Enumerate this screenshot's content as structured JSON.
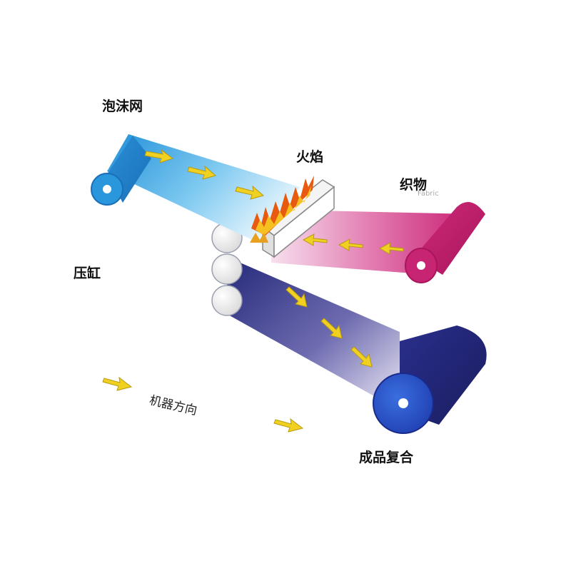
{
  "labels": {
    "foam": "泡沫网",
    "flame": "火焰",
    "fabric": "织物",
    "press": "压缸",
    "direction": "机器方向",
    "product": "成品复合",
    "faded_text": "Fabric"
  },
  "colors": {
    "foam_web": "#2ea0e0",
    "fabric_web": "#d6307f",
    "product_web": "#2a2f8c",
    "arrow": "#f0d020",
    "flame": "#e85a10"
  }
}
